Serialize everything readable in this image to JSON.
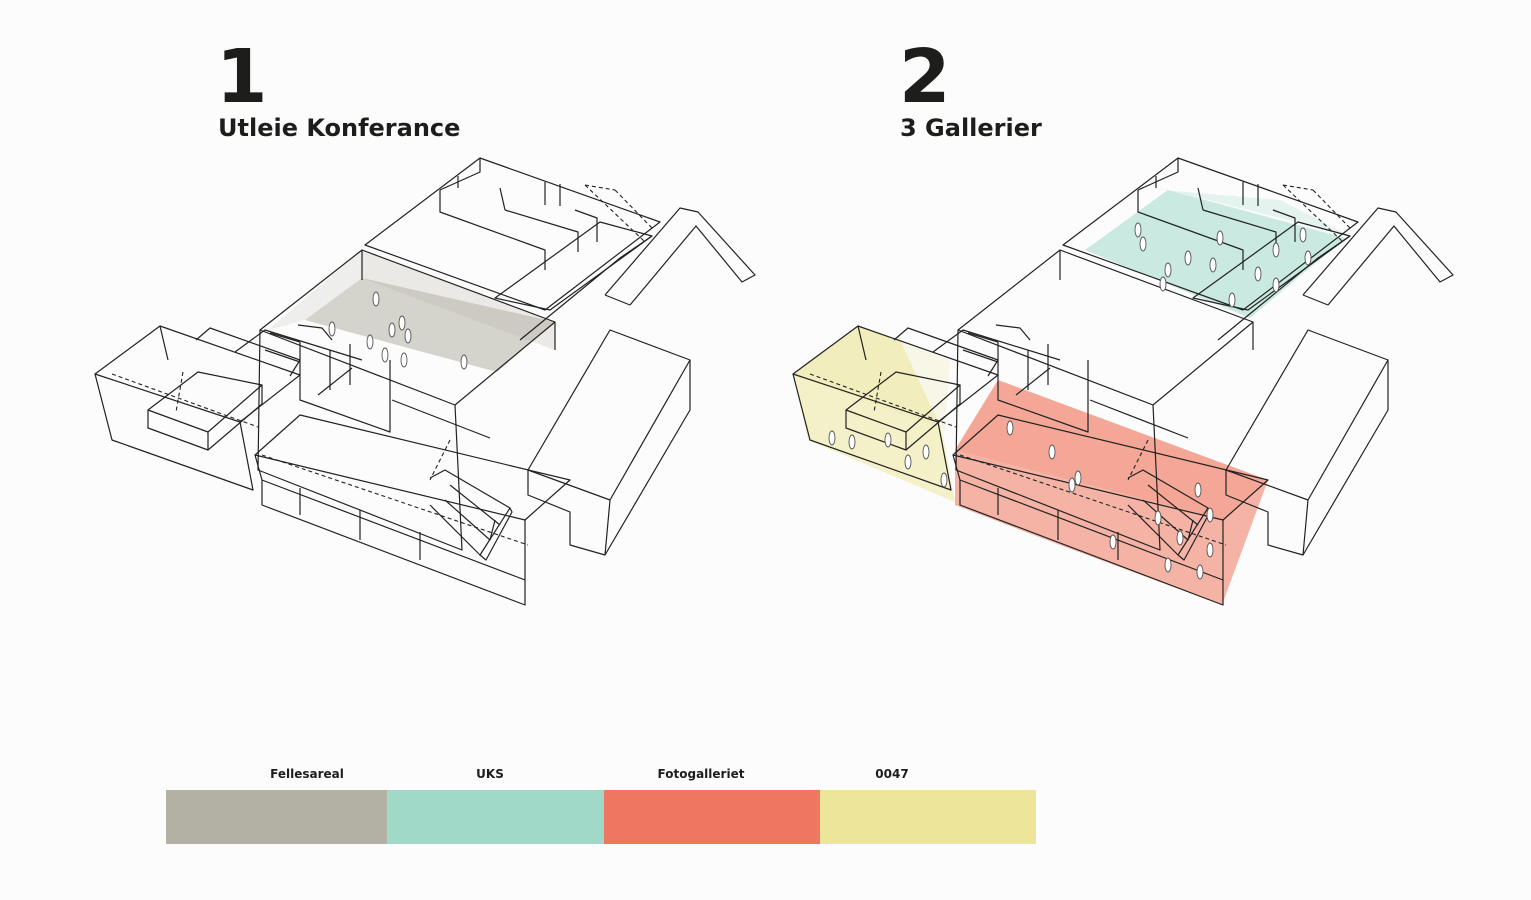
{
  "panels": [
    {
      "number": "1",
      "title": "Utleie Konferance"
    },
    {
      "number": "2",
      "title": "3 Gallerier"
    }
  ],
  "legend": [
    {
      "label": "Fellesareal",
      "color": "#b2b1a4"
    },
    {
      "label": "UKS",
      "color": "#a1d9c8"
    },
    {
      "label": "Fotogalleriet",
      "color": "#ef765f"
    },
    {
      "label": "0047",
      "color": "#ede59a"
    }
  ]
}
